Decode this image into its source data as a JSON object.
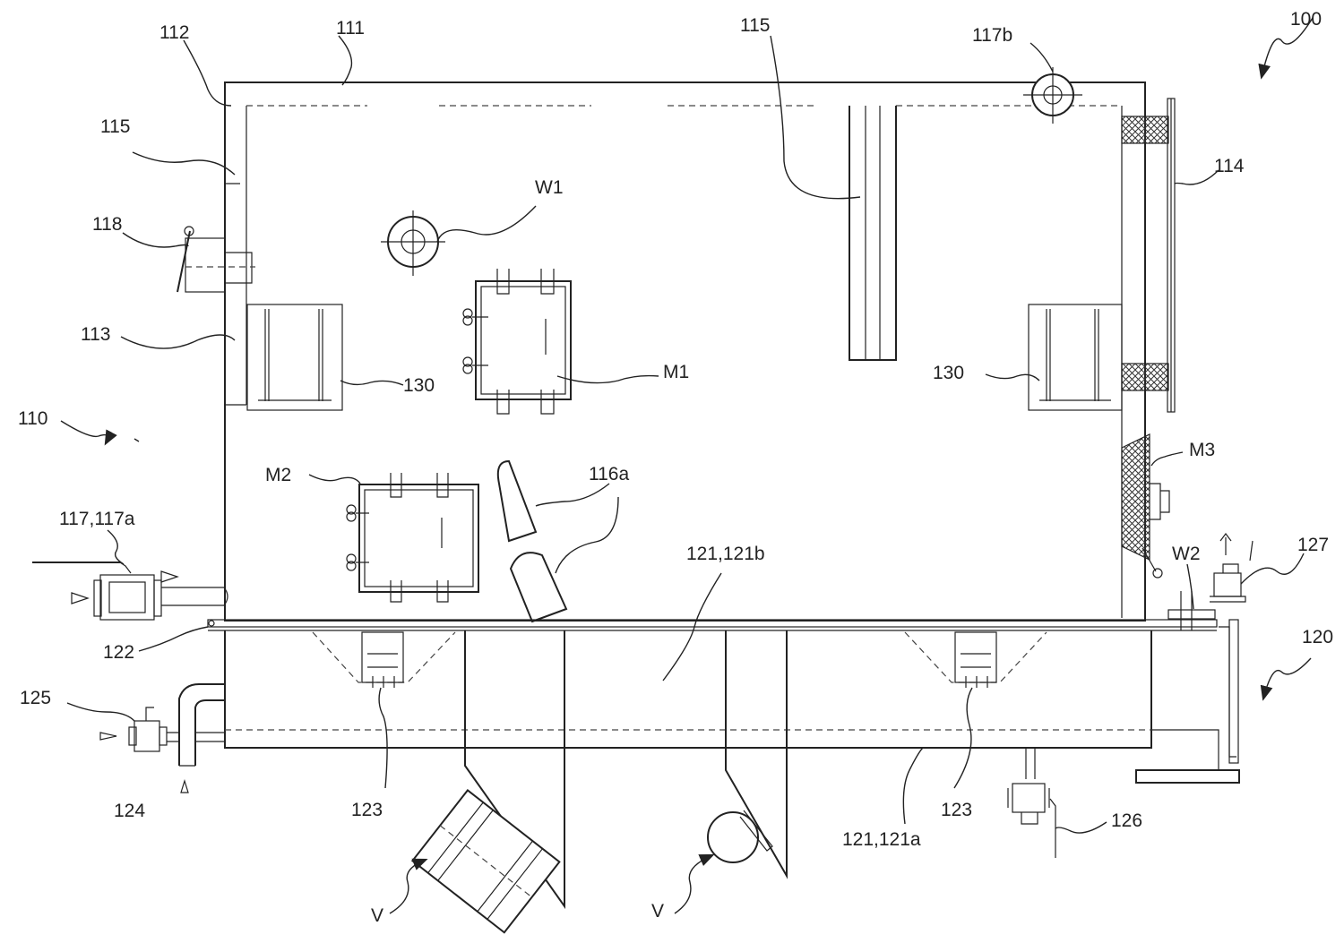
{
  "labels": {
    "l100": "100",
    "l110": "110",
    "l111": "111",
    "l112": "112",
    "l113": "113",
    "l114": "114",
    "l115_left": "115",
    "l115_right": "115",
    "l117b": "117b",
    "l117_117a": "117,117a",
    "l118": "118",
    "l120": "120",
    "l121_121a": "121,121a",
    "l121_121b": "121,121b",
    "l122": "122",
    "l123_left": "123",
    "l123_right": "123",
    "l124": "124",
    "l125": "125",
    "l126": "126",
    "l127": "127",
    "l130_left": "130",
    "l130_right": "130",
    "l116a": "116a",
    "lW1": "W1",
    "lW2": "W2",
    "lM1": "M1",
    "lM2": "M2",
    "lM3": "M3",
    "lV_left": "V",
    "lV_right": "V"
  }
}
